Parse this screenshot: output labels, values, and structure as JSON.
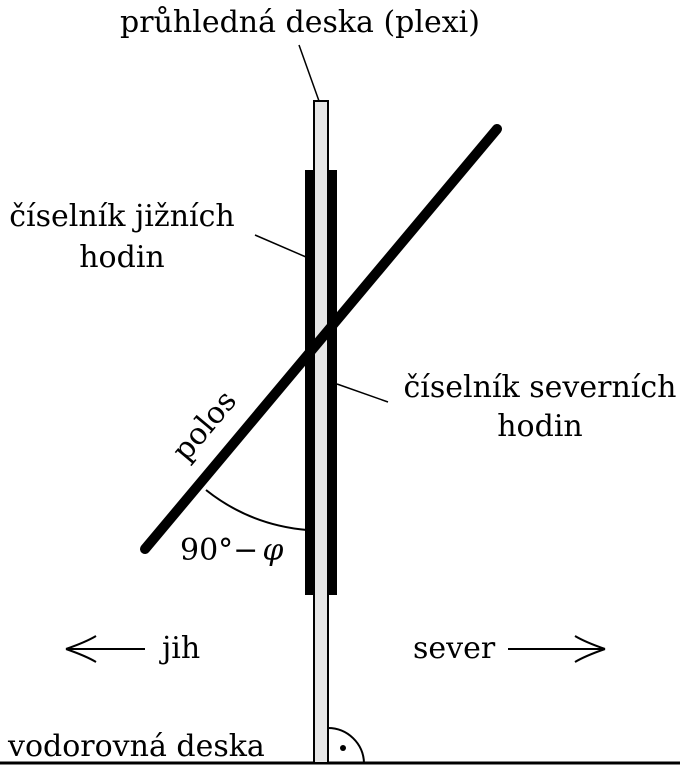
{
  "labels": {
    "plexi": "průhledná deska (plexi)",
    "south_dial_line1": "číselník jižních",
    "south_dial_line2": "hodin",
    "north_dial_line1": "číselník severních",
    "north_dial_line2": "hodin",
    "gnomon": "polos",
    "angle": "90°−",
    "angle_symbol": "φ",
    "south": "jih",
    "north": "sever",
    "horizontal_board": "vodorovná deska"
  },
  "colors": {
    "ink": "#000000",
    "plate_fill": "#e6e6e6"
  }
}
